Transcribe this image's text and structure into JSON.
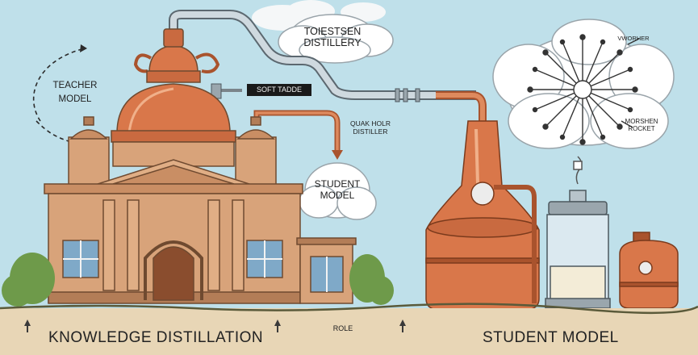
{
  "labels": {
    "cloud_title": "TOIESTSEN\nDISTILLERY",
    "teacher_model": "TEACHER\nMODEL",
    "soft_tag": "SOFT TADDE",
    "pipe_caption": "QUAK HOLR\nDISTILLER",
    "student_bubble": "STUDENT\nMODEL",
    "vworker": "VWORHER",
    "morshen_rocket": "MORSHEN\nROCKET",
    "role": "ROLE",
    "knowledge_distillation": "KNOWLEDGE DISTILLATION",
    "student_model_footer": "STUDENT MODEL"
  },
  "colors": {
    "sky": "#bfe0ea",
    "copper": "#d9774a",
    "copper_dark": "#a9532d",
    "building": "#d8a37a",
    "building_dark": "#b37d57",
    "ground": "#e8d6b6",
    "pipe": "#c8d4dc"
  }
}
